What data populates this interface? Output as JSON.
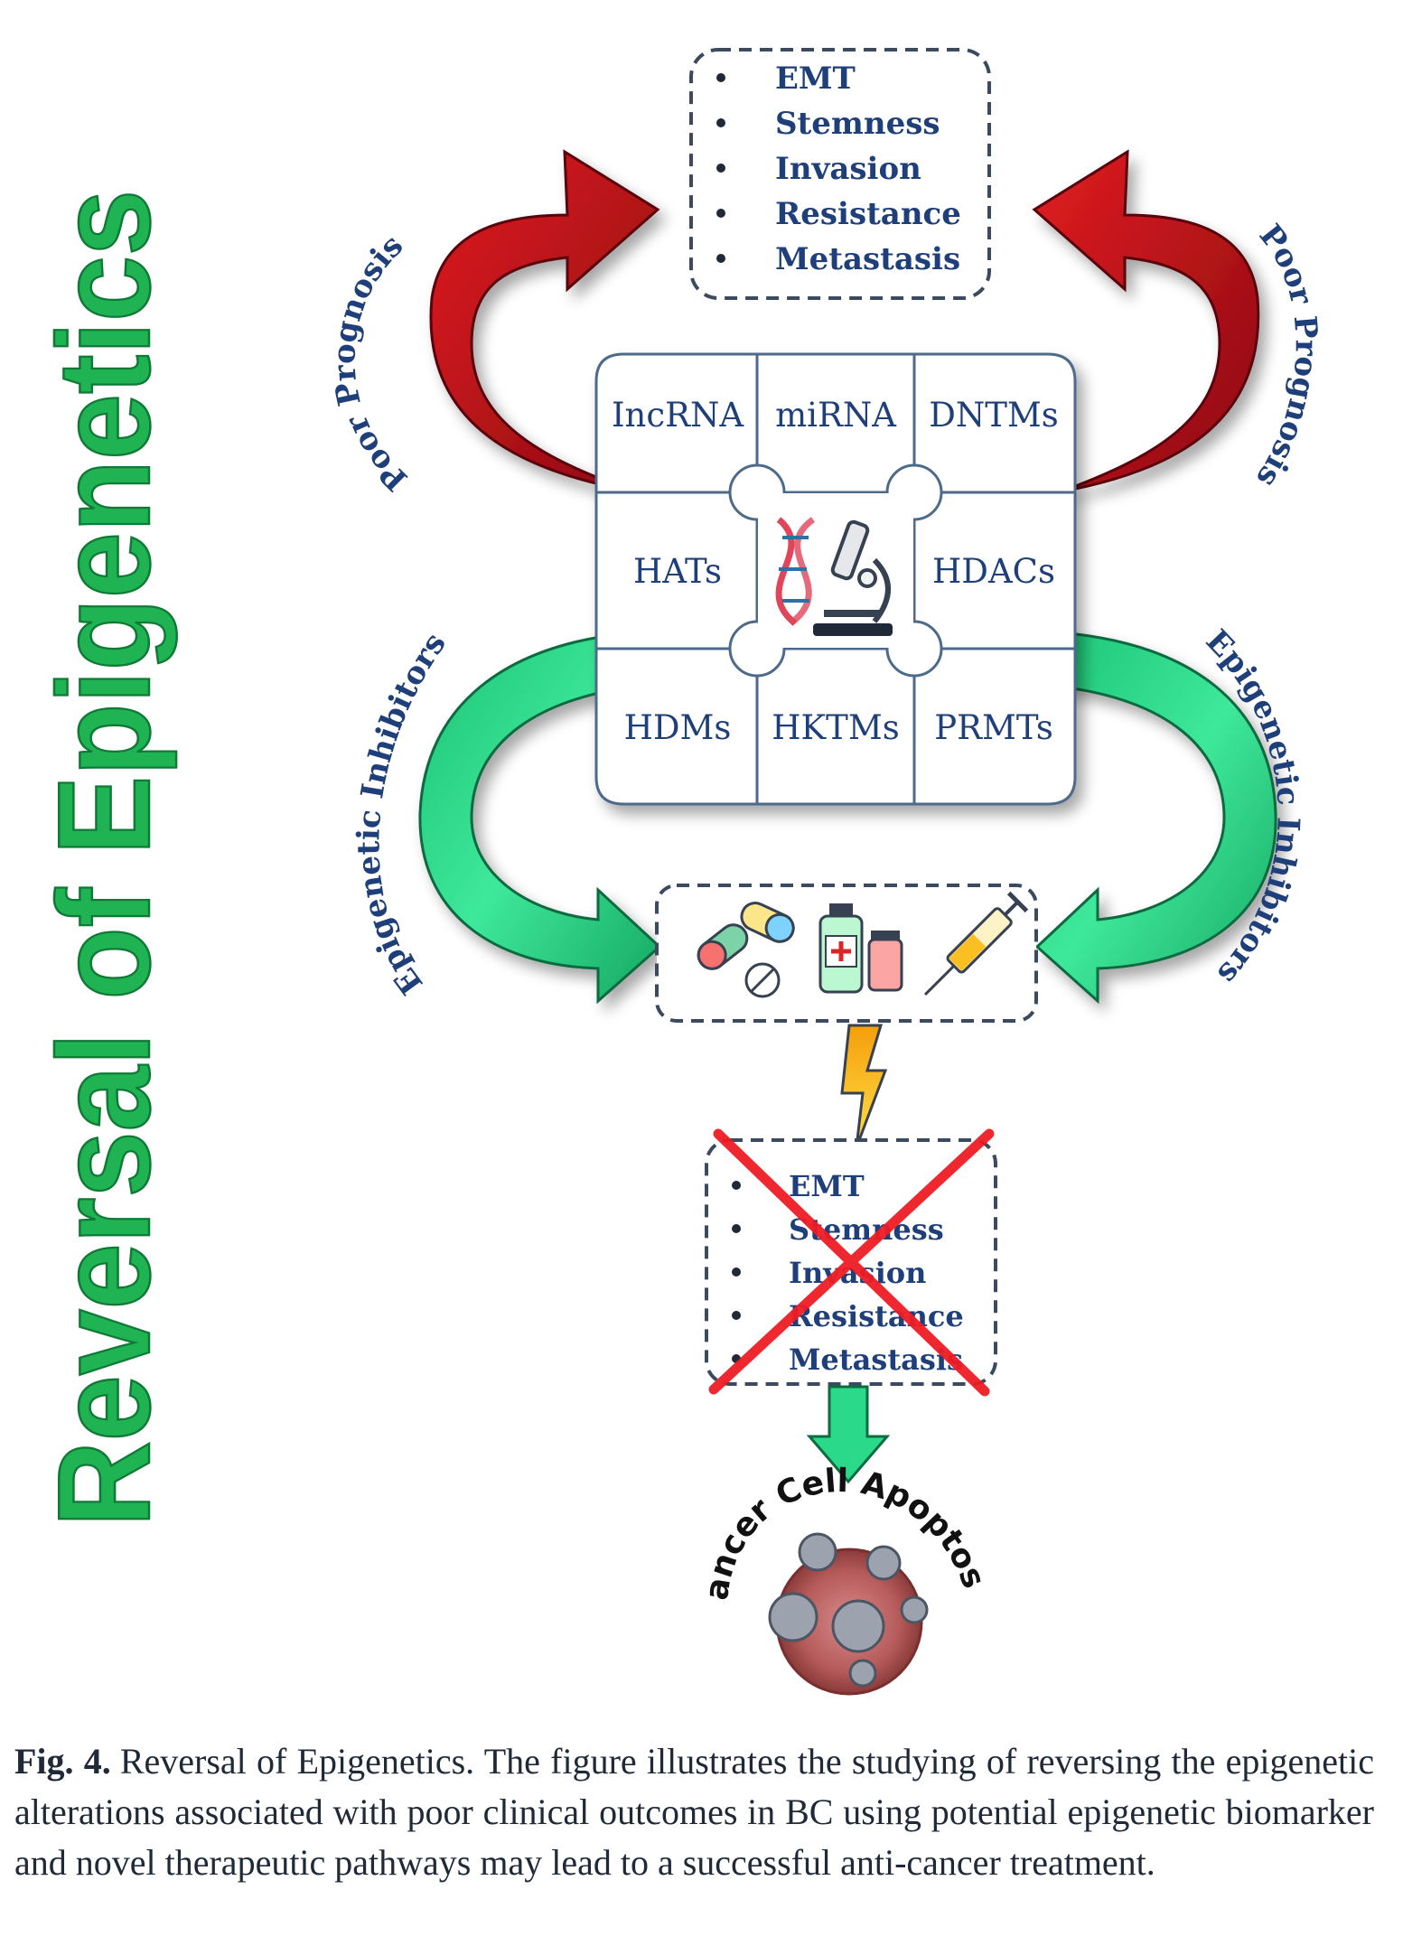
{
  "figure": {
    "side_title": "Reversal of Epigenetics",
    "top_list": [
      "EMT",
      "Stemness",
      "Invasion",
      "Resistance",
      "Metastasis"
    ],
    "grid": {
      "row1": [
        "IncRNA",
        "miRNA",
        "DNTMs"
      ],
      "row2_left": "HATs",
      "row2_right": "HDACs",
      "row3": [
        "HDMs",
        "HKTMs",
        "PRMTs"
      ]
    },
    "arrow_labels": {
      "poor_prognosis": "Poor Prognosis",
      "epigenetic_inhibitors": "Epigenetic Inhibitors"
    },
    "bottom_list": [
      "EMT",
      "Stemness",
      "Invasion",
      "Resistance",
      "Metastasis"
    ],
    "apoptosis_label": "Cancer Cell Apoptosis",
    "icons": {
      "center": [
        "dna-icon",
        "microscope-icon"
      ],
      "drugs": [
        "capsule-icon",
        "pill-icon",
        "medicine-bottle-icon",
        "syringe-icon"
      ],
      "other": [
        "lightning-icon",
        "red-cross-icon",
        "down-arrow-icon",
        "cancer-cell-icon"
      ]
    },
    "colors": {
      "title_green": "#1fb354",
      "list_blue": "#1f3f7a",
      "poor_red": "#c8101a",
      "inhibitor_green": "#2bd98a"
    }
  },
  "caption": {
    "label": "Fig. 4.",
    "text": "Reversal of Epigenetics. The figure illustrates the studying of reversing the epigenetic alterations associated with poor clinical outcomes in BC using potential epigenetic biomarker and novel therapeutic pathways may lead to a successful anti-cancer treatment."
  }
}
